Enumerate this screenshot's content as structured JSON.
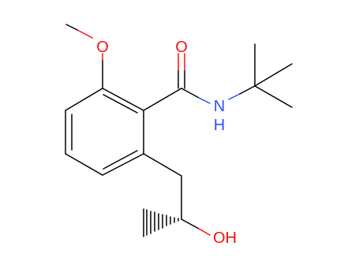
{
  "molecule": {
    "atom_labels": {
      "methoxy_oxygen": "O",
      "carbonyl_oxygen": "O",
      "amide_nitrogen": "N",
      "amide_hydrogen": "H",
      "hydroxyl": "OH"
    },
    "colors": {
      "bond": "#000000",
      "oxygen": "#ff0d0d",
      "nitrogen": "#3050f8",
      "background": "#ffffff"
    }
  }
}
